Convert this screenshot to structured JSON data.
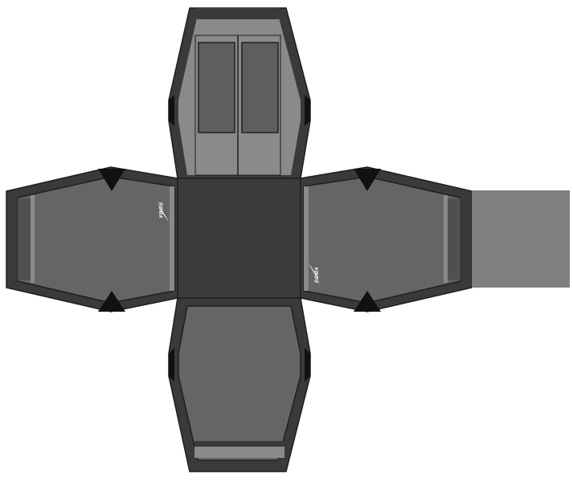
{
  "figure": {
    "subject": "gondola-cabin-papercraft-net"
  },
  "logos": [
    {
      "text": "POMA"
    },
    {
      "text": "POMA"
    }
  ],
  "colors": {
    "background": "#ffffff",
    "frame": "#3a3a3a",
    "outline": "#1f1f1f",
    "panel": "#656565",
    "panel_light": "#8a8a8a",
    "window": "#5e5e5e",
    "floor": "#3b3b3b",
    "tab": "#7f7f7f",
    "stripe_dark": "#505050",
    "pivot": "#111111",
    "logo": "#ffffff"
  }
}
